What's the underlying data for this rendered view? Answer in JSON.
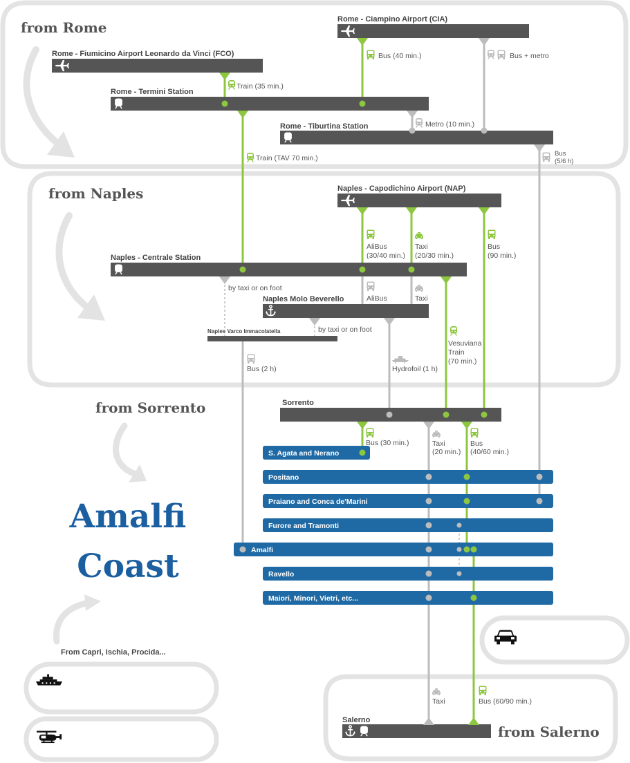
{
  "regions": {
    "rome": "from Rome",
    "naples": "from Naples",
    "sorrento": "from Sorrento",
    "salerno": "from Salerno",
    "islands": "From Capri, Ischia, Procida..."
  },
  "title": {
    "line1": "Amalfi",
    "line2": "Coast"
  },
  "stations": {
    "ciampino": "Rome - Ciampino Airport (CIA)",
    "fiumicino": "Rome - Fiumicino Airport Leonardo da Vinci (FCO)",
    "termini": "Rome - Termini Station",
    "tiburtina": "Rome - Tiburtina Station",
    "capodichino": "Naples - Capodichino Airport (NAP)",
    "centrale": "Naples - Centrale Station",
    "beverello": "Naples Molo Beverello",
    "varco": "Naples Varco Immacolatella",
    "sorrento": "Sorrento",
    "salerno": "Salerno"
  },
  "destinations": [
    "S. Agata and Nerano",
    "Positano",
    "Praiano and Conca de'Marini",
    "Furore and Tramonti",
    "Amalfi",
    "Ravello",
    "Maiori, Minori, Vietri, etc..."
  ],
  "routes": {
    "cia_bus": "Bus (40 min.)",
    "cia_busmetro": "Bus + metro",
    "fco_train": "Train (35 min.)",
    "metro": "Metro (10 min.)",
    "tav_train": "Train (TAV 70 min.)",
    "tib_bus_1": "Bus",
    "tib_bus_2": "(5/6 h)",
    "alibus_1": "AliBus",
    "alibus_2": "(30/40 min.)",
    "taxi_1": "Taxi",
    "taxi_2": "(20/30 min.)",
    "nap_bus_1": "Bus",
    "nap_bus_2": "(90 min.)",
    "taxi_foot_1": "by taxi or on foot",
    "alibus_bev": "AliBus",
    "taxi_bev": "Taxi",
    "taxi_foot_2": "by taxi or on foot",
    "vesu_1": "Vesuviana",
    "vesu_2": "Train",
    "vesu_3": "(70 min.)",
    "varco_bus": "Bus (2 h)",
    "hydrofoil": "Hydrofoil (1 h)",
    "sor_bus": "Bus (30 min.)",
    "sor_taxi_1": "Taxi",
    "sor_taxi_2": "(20 min.)",
    "sor_bus2_1": "Bus",
    "sor_bus2_2": "(40/60 min.)",
    "sal_taxi": "Taxi",
    "sal_bus": "Bus (60/90 min.)"
  },
  "icons": {
    "airplane": "airplane-icon",
    "train": "train-icon",
    "bus": "bus-icon",
    "taxi": "taxi-icon",
    "anchor": "anchor-icon",
    "hydrofoil": "hydrofoil-icon",
    "ferry": "ferry-icon",
    "helicopter": "helicopter-icon",
    "car": "car-icon"
  },
  "colors": {
    "green_route": "#8dc63f",
    "grey_route": "#bcbcbc",
    "station_bar": "#555555",
    "destination_bar": "#1f6aa5",
    "title_blue": "#1c5fa1"
  }
}
